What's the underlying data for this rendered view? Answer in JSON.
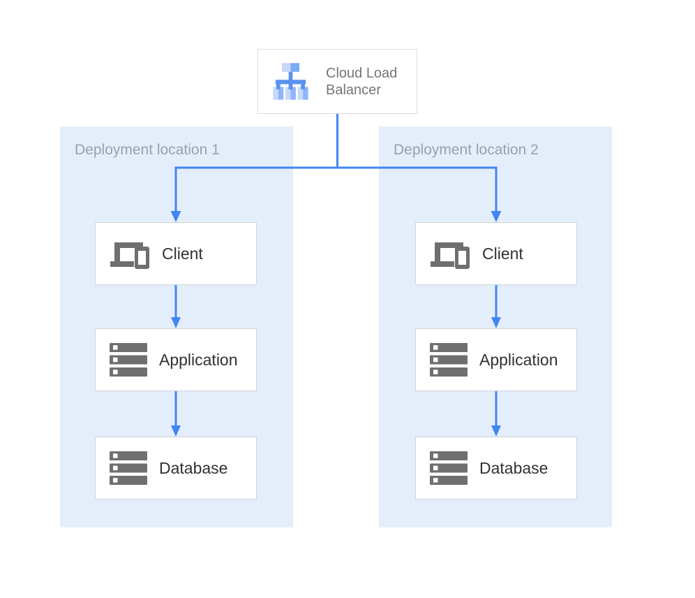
{
  "diagram": {
    "load_balancer": {
      "label": "Cloud Load Balancer",
      "icon": "cloud-load-balancer-icon"
    },
    "regions": [
      {
        "label": "Deployment location 1",
        "nodes": [
          {
            "label": "Client",
            "icon": "client-devices-icon"
          },
          {
            "label": "Application",
            "icon": "server-stack-icon"
          },
          {
            "label": "Database",
            "icon": "server-stack-icon"
          }
        ]
      },
      {
        "label": "Deployment location 2",
        "nodes": [
          {
            "label": "Client",
            "icon": "client-devices-icon"
          },
          {
            "label": "Application",
            "icon": "server-stack-icon"
          },
          {
            "label": "Database",
            "icon": "server-stack-icon"
          }
        ]
      }
    ],
    "edges": [
      {
        "from": "Cloud Load Balancer",
        "to": "Client (Deployment location 1)"
      },
      {
        "from": "Cloud Load Balancer",
        "to": "Client (Deployment location 2)"
      },
      {
        "from": "Client (Deployment location 1)",
        "to": "Application (Deployment location 1)"
      },
      {
        "from": "Application (Deployment location 1)",
        "to": "Database (Deployment location 1)"
      },
      {
        "from": "Client (Deployment location 2)",
        "to": "Application (Deployment location 2)"
      },
      {
        "from": "Application (Deployment location 2)",
        "to": "Database (Deployment location 2)"
      }
    ],
    "colors": {
      "arrow": "#4285f4",
      "region_background": "#e4eefb",
      "node_border": "#d2d4d7",
      "node_label": "#303134",
      "region_label": "#9aa0a6",
      "lb_label": "#757575",
      "icon_gray": "#6f6f6f",
      "lb_icon_light": "#c6d8fb",
      "lb_icon_medium": "#7baaf7",
      "lb_icon_dark": "#5b92f0"
    }
  }
}
